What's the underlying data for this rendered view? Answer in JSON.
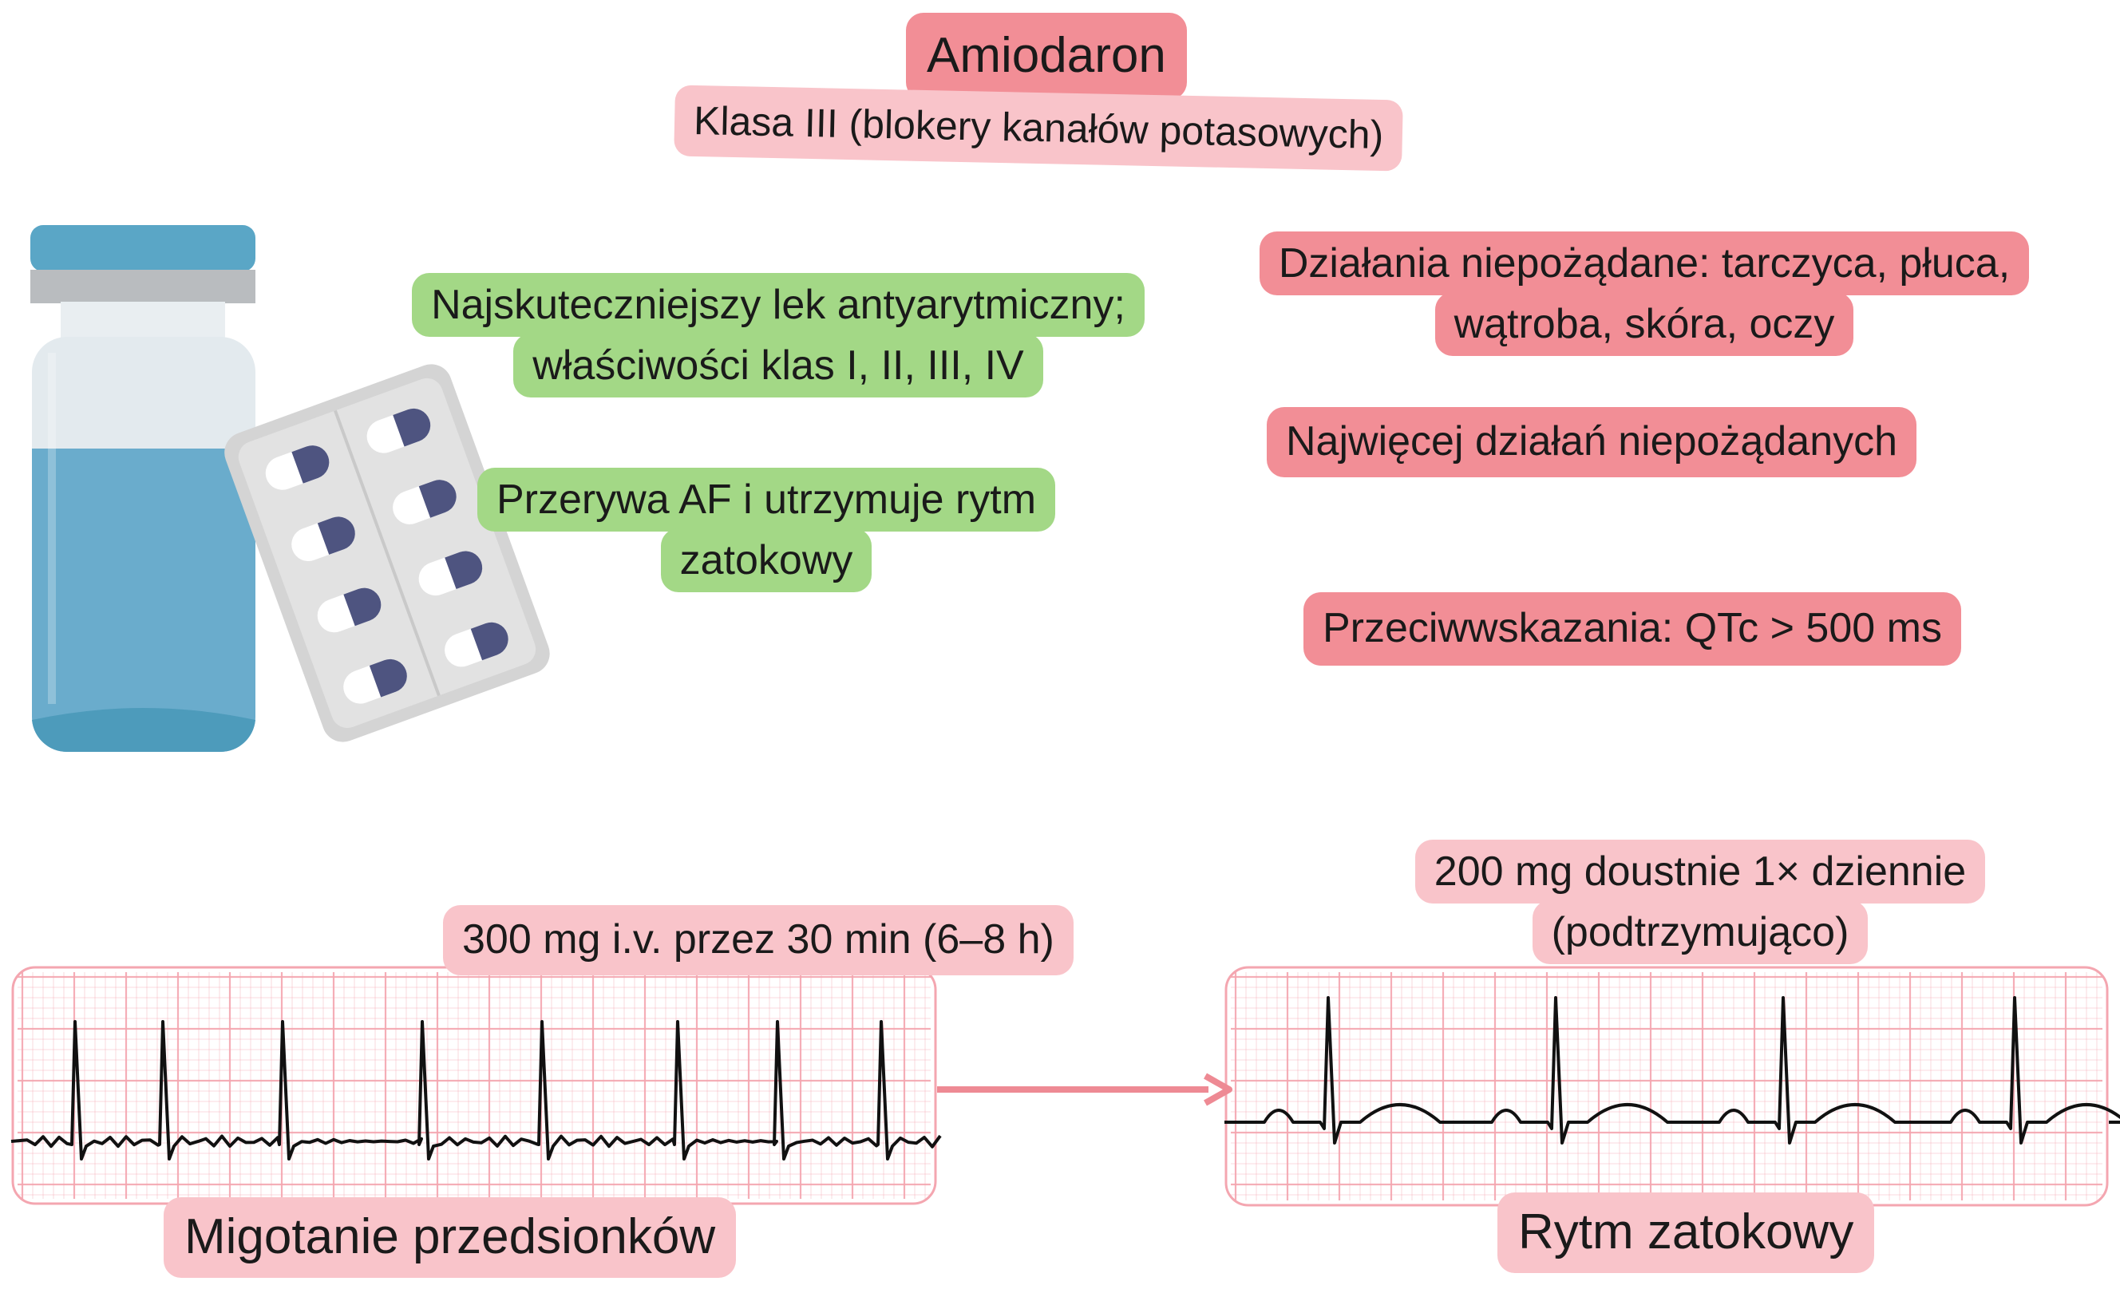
{
  "title": "Amiodaron",
  "subtitle": "Klasa III (blokery kanałów potasowych)",
  "green_notes": [
    [
      "Najskuteczniejszy lek antyarytmiczny;",
      "właściwości klas I, II, III, IV"
    ],
    [
      "Przerywa AF i utrzymuje rytm",
      "zatokowy"
    ]
  ],
  "side_effects": [
    "Działania niepożądane: tarczyca, płuca,",
    "wątroba, skóra, oczy"
  ],
  "most_side_effects": "Najwięcej działań niepożądanych",
  "contraindications": "Przeciwwskazania: QTc > 500 ms",
  "iv_dose": "300 mg i.v. przez 30 min (6–8 h)",
  "oral_dose": [
    "200 mg doustnie 1× dziennie",
    "(podtrzymująco)"
  ],
  "af_label": "Migotanie przedsionków",
  "sinus_label": "Rytm zatokowy",
  "colors": {
    "red_pill": "#f28e96",
    "pink_pill": "#f9c4ca",
    "green_pill": "#a3d886",
    "ecg_grid": "#f4a6b0",
    "arrow": "#ee8a94",
    "vial_liquid": "#6aaccc",
    "vial_cap": "#5aa6c6"
  },
  "icons": [
    "vial-icon",
    "pill-blister-icon"
  ]
}
